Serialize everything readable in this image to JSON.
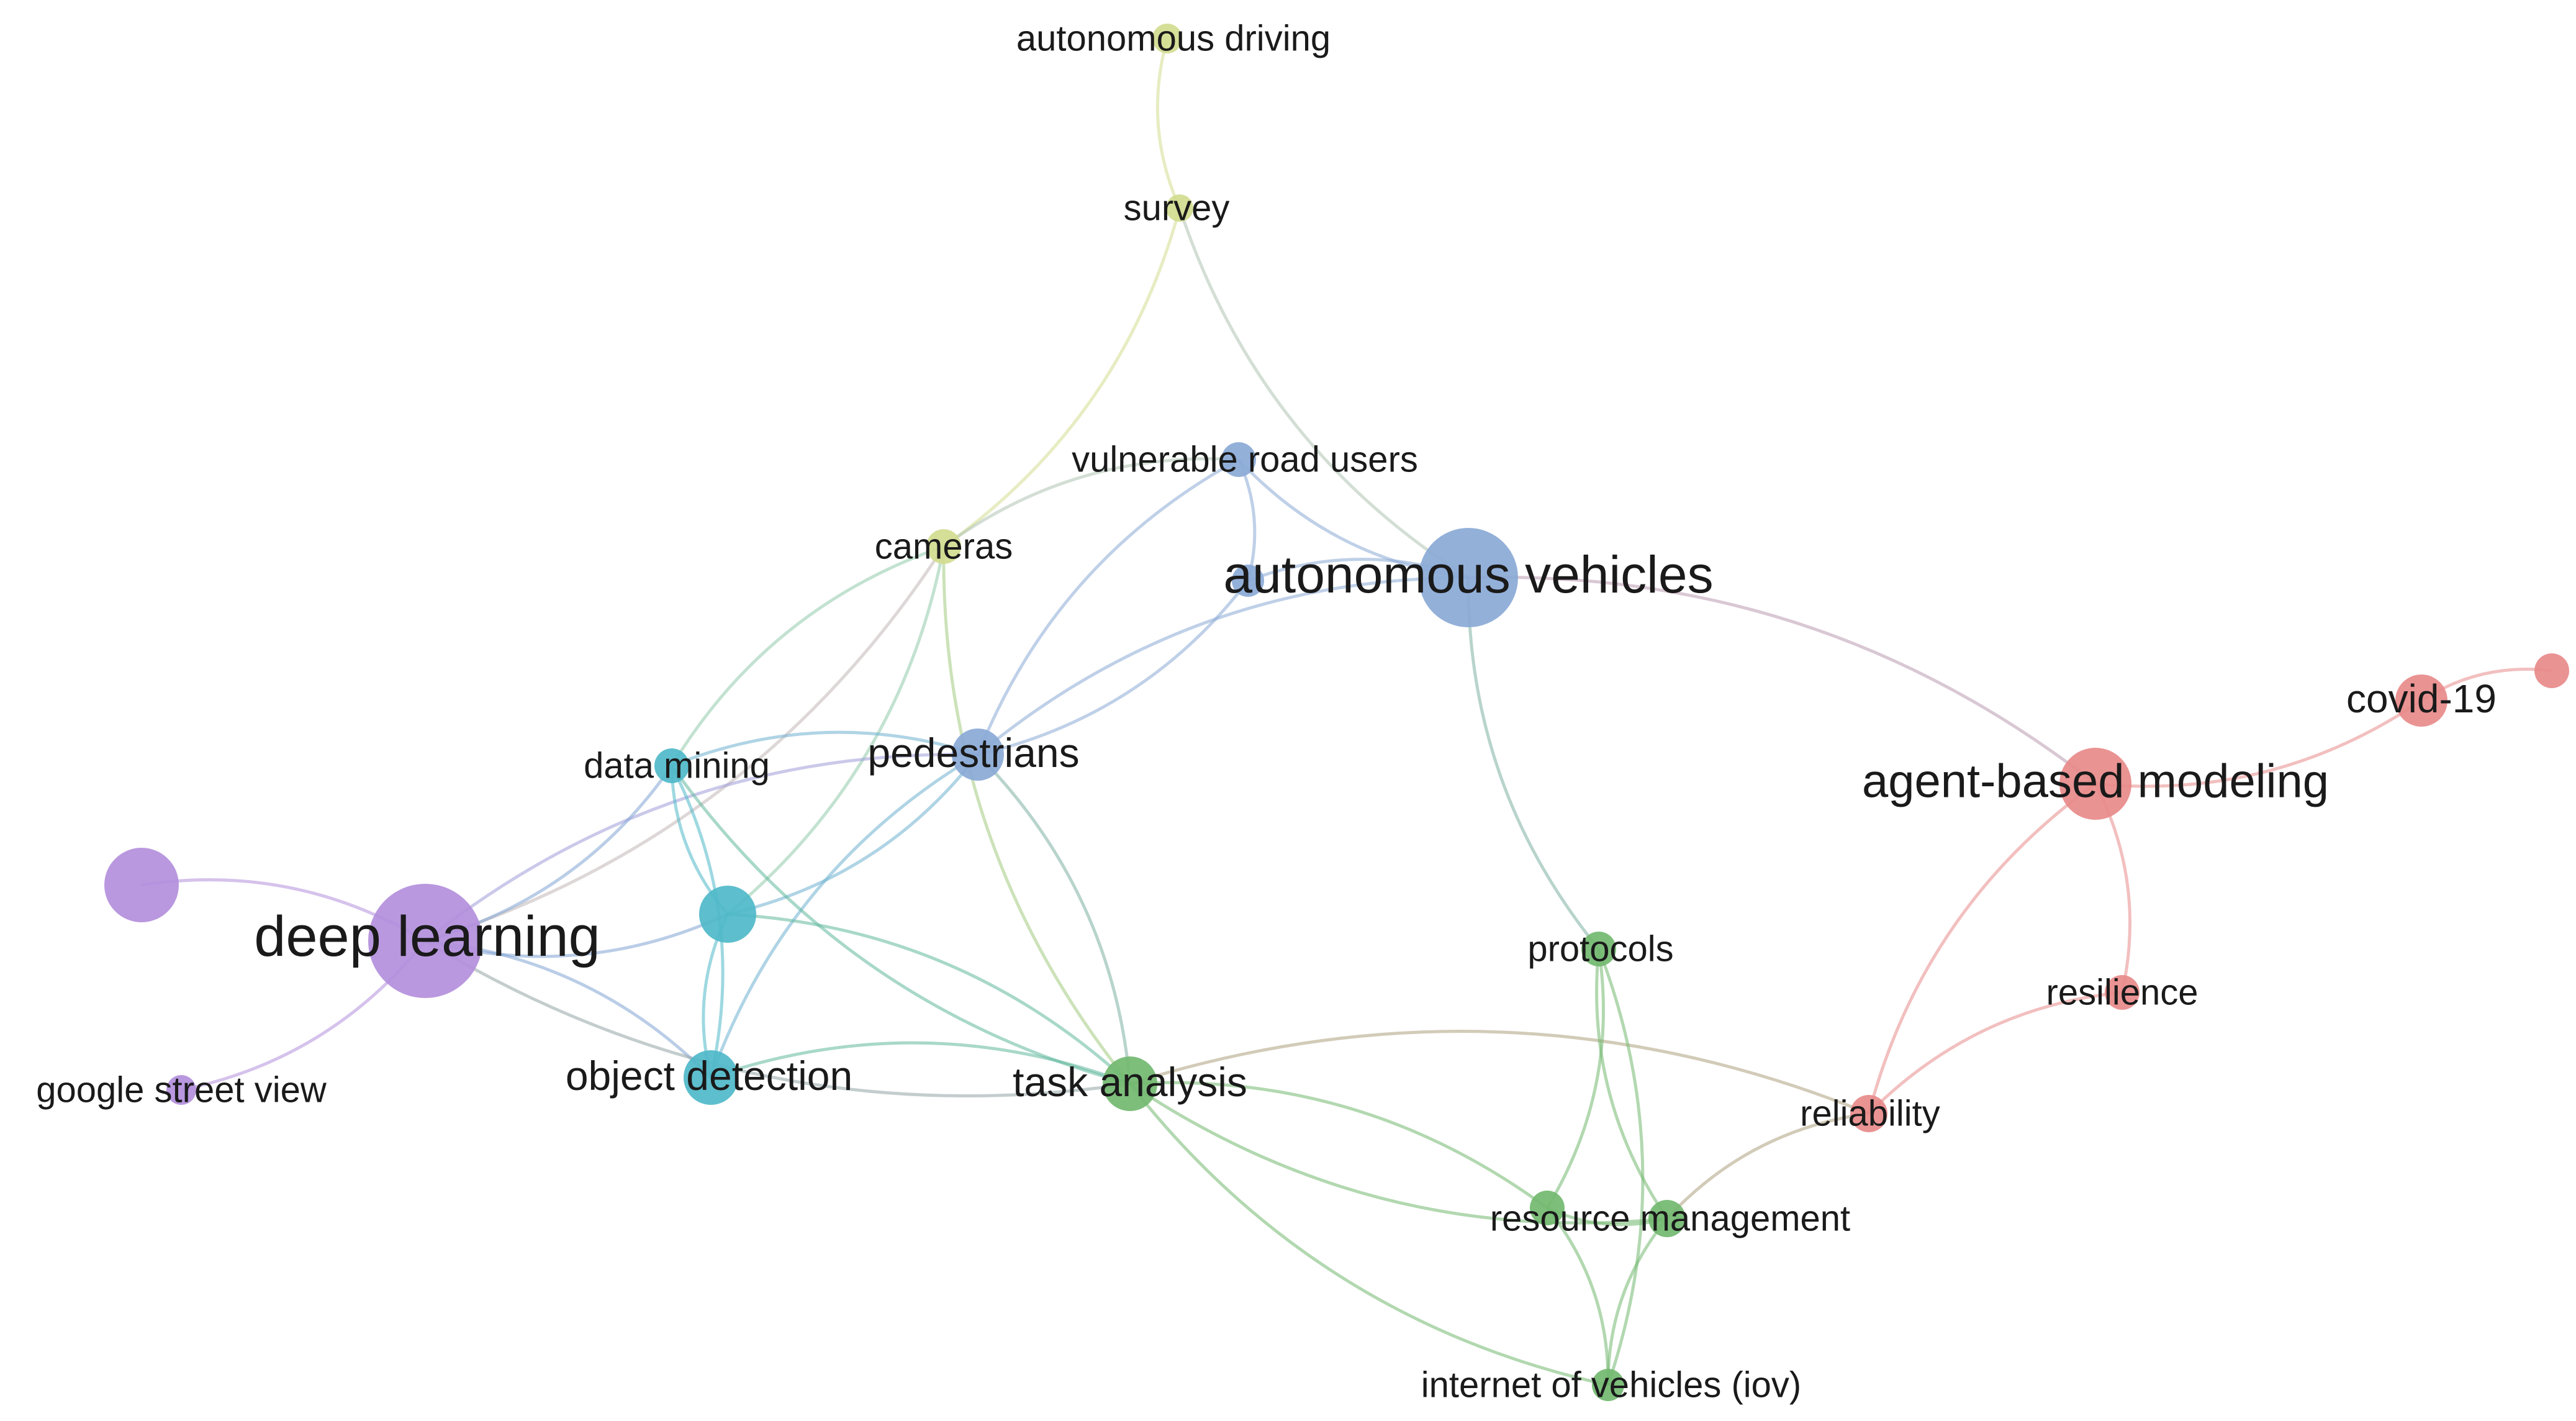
{
  "clusters": {
    "purple": "#b38fdc",
    "cyan": "#4fb8c9",
    "blue": "#8aa9d6",
    "yellow": "#d3dc8f",
    "green": "#72b870",
    "red": "#e88a8a"
  },
  "nodes": [
    {
      "id": "autonomous-driving",
      "label": "autonomous driving",
      "cluster": "yellow",
      "weight": 1
    },
    {
      "id": "survey",
      "label": "survey",
      "cluster": "yellow",
      "weight": 1
    },
    {
      "id": "cameras",
      "label": "cameras",
      "cluster": "yellow",
      "weight": 1
    },
    {
      "id": "vulnerable-road-users",
      "label": "vulnerable road users",
      "cluster": "blue",
      "weight": 1
    },
    {
      "id": "autonomous-vehicles",
      "label": "autonomous vehicles",
      "cluster": "blue",
      "weight": 5
    },
    {
      "id": "av-small",
      "label": "",
      "cluster": "blue",
      "weight": 1
    },
    {
      "id": "pedestrians",
      "label": "pedestrians",
      "cluster": "blue",
      "weight": 2
    },
    {
      "id": "data-mining",
      "label": "data mining",
      "cluster": "cyan",
      "weight": 1
    },
    {
      "id": "cyan-hub",
      "label": "",
      "cluster": "cyan",
      "weight": 2
    },
    {
      "id": "object-detection",
      "label": "object detection",
      "cluster": "cyan",
      "weight": 2
    },
    {
      "id": "deep-learning",
      "label": "deep learning",
      "cluster": "purple",
      "weight": 7
    },
    {
      "id": "purple-unlabeled",
      "label": "",
      "cluster": "purple",
      "weight": 3
    },
    {
      "id": "google-street-view",
      "label": "google street view",
      "cluster": "purple",
      "weight": 1
    },
    {
      "id": "task-analysis",
      "label": "task analysis",
      "cluster": "green",
      "weight": 2
    },
    {
      "id": "protocols",
      "label": "protocols",
      "cluster": "green",
      "weight": 1
    },
    {
      "id": "resource-management",
      "label": "resource management",
      "cluster": "green",
      "weight": 1
    },
    {
      "id": "rm-left",
      "label": "",
      "cluster": "green",
      "weight": 1
    },
    {
      "id": "internet-of-vehicles",
      "label": "internet of vehicles (iov)",
      "cluster": "green",
      "weight": 1
    },
    {
      "id": "agent-based-modeling",
      "label": "agent-based modeling",
      "cluster": "red",
      "weight": 4
    },
    {
      "id": "covid-19",
      "label": "covid-19",
      "cluster": "red",
      "weight": 2
    },
    {
      "id": "red-unlabeled",
      "label": "",
      "cluster": "red",
      "weight": 1
    },
    {
      "id": "resilience",
      "label": "resilience",
      "cluster": "red",
      "weight": 1
    },
    {
      "id": "reliability",
      "label": "reliability",
      "cluster": "red",
      "weight": 1
    }
  ],
  "edges": [
    [
      "autonomous-driving",
      "survey"
    ],
    [
      "survey",
      "cameras"
    ],
    [
      "survey",
      "autonomous-vehicles"
    ],
    [
      "cameras",
      "deep-learning"
    ],
    [
      "cameras",
      "data-mining"
    ],
    [
      "cameras",
      "cyan-hub"
    ],
    [
      "cameras",
      "task-analysis"
    ],
    [
      "cameras",
      "vulnerable-road-users"
    ],
    [
      "vulnerable-road-users",
      "autonomous-vehicles"
    ],
    [
      "vulnerable-road-users",
      "av-small"
    ],
    [
      "vulnerable-road-users",
      "pedestrians"
    ],
    [
      "av-small",
      "autonomous-vehicles"
    ],
    [
      "pedestrians",
      "av-small"
    ],
    [
      "pedestrians",
      "autonomous-vehicles"
    ],
    [
      "pedestrians",
      "data-mining"
    ],
    [
      "pedestrians",
      "cyan-hub"
    ],
    [
      "pedestrians",
      "object-detection"
    ],
    [
      "pedestrians",
      "task-analysis"
    ],
    [
      "pedestrians",
      "deep-learning"
    ],
    [
      "autonomous-vehicles",
      "agent-based-modeling"
    ],
    [
      "autonomous-vehicles",
      "protocols"
    ],
    [
      "data-mining",
      "deep-learning"
    ],
    [
      "data-mining",
      "cyan-hub"
    ],
    [
      "data-mining",
      "object-detection"
    ],
    [
      "data-mining",
      "task-analysis"
    ],
    [
      "cyan-hub",
      "deep-learning"
    ],
    [
      "cyan-hub",
      "object-detection"
    ],
    [
      "cyan-hub",
      "task-analysis"
    ],
    [
      "object-detection",
      "deep-learning"
    ],
    [
      "object-detection",
      "task-analysis"
    ],
    [
      "deep-learning",
      "purple-unlabeled"
    ],
    [
      "deep-learning",
      "google-street-view"
    ],
    [
      "deep-learning",
      "task-analysis"
    ],
    [
      "task-analysis",
      "reliability"
    ],
    [
      "task-analysis",
      "resource-management"
    ],
    [
      "task-analysis",
      "rm-left"
    ],
    [
      "task-analysis",
      "internet-of-vehicles"
    ],
    [
      "protocols",
      "rm-left"
    ],
    [
      "protocols",
      "resource-management"
    ],
    [
      "protocols",
      "internet-of-vehicles"
    ],
    [
      "rm-left",
      "resource-management"
    ],
    [
      "rm-left",
      "internet-of-vehicles"
    ],
    [
      "resource-management",
      "internet-of-vehicles"
    ],
    [
      "resource-management",
      "reliability"
    ],
    [
      "agent-based-modeling",
      "covid-19"
    ],
    [
      "agent-based-modeling",
      "resilience"
    ],
    [
      "agent-based-modeling",
      "reliability"
    ],
    [
      "covid-19",
      "red-unlabeled"
    ],
    [
      "resilience",
      "reliability"
    ]
  ]
}
